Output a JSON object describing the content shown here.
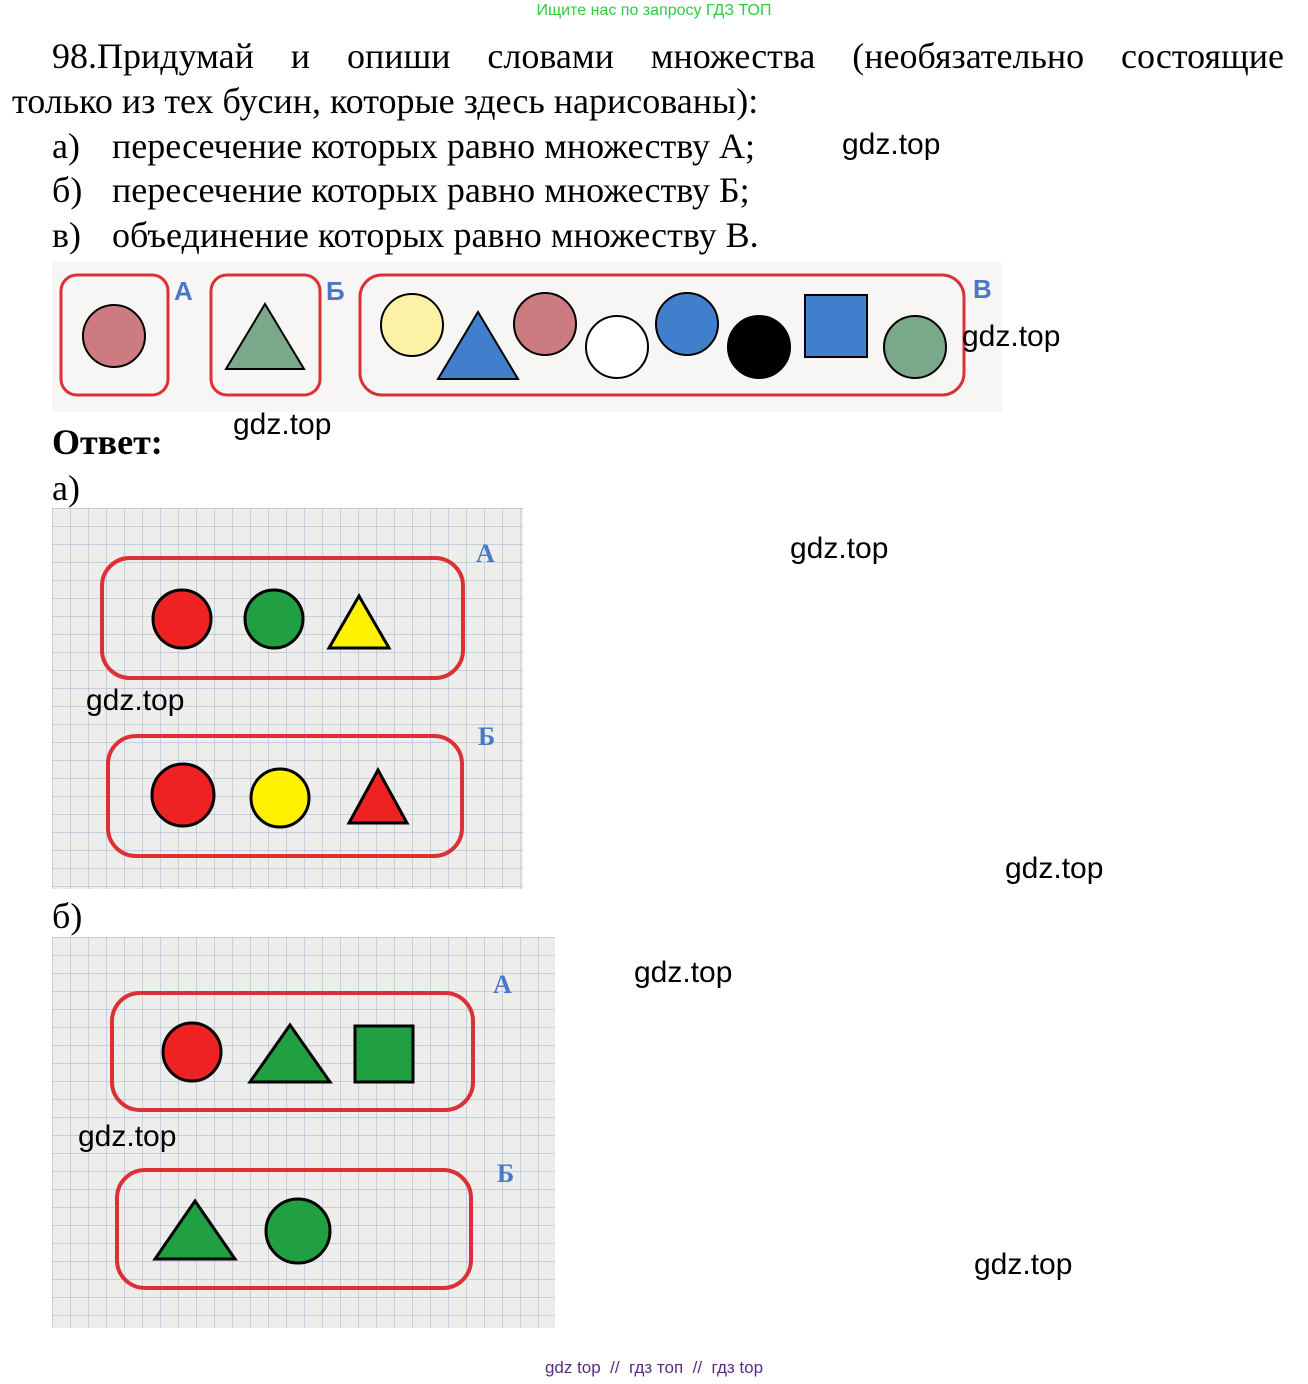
{
  "site_note": "Ищите нас по запросу ГДЗ ТОП",
  "task": {
    "line1": "98.Придумай и опиши словами множества (необязательно состоящие",
    "line2": "только из тех бусин, которые здесь нарисованы):",
    "items": [
      {
        "marker": "а)",
        "text": "пересечение которых равно множеству А;"
      },
      {
        "marker": "б)",
        "text": "пересечение которых равно множеству Б;"
      },
      {
        "marker": "в)",
        "text": "объединение которых равно множеству В."
      }
    ]
  },
  "sets_figure": {
    "labels": [
      "А",
      "Б",
      "В"
    ]
  },
  "answer": {
    "heading": "Ответ:",
    "part_a": "а)",
    "part_b": "б)",
    "grid_labels": [
      "А",
      "Б"
    ]
  },
  "watermark": "gdz.top",
  "footer": "gdz top  //  гдз топ  //  гдз top",
  "colors": {
    "red": "#ee2222",
    "green": "#20a040",
    "yellow": "#fff200",
    "pale_red": "#cc7b80",
    "pale_green": "#7aa88a",
    "pale_yellow": "#fbf2a6",
    "blue": "#3f7fcc",
    "black": "#000000",
    "set_border": "#dc3035",
    "label_blue": "#4a78c8"
  }
}
